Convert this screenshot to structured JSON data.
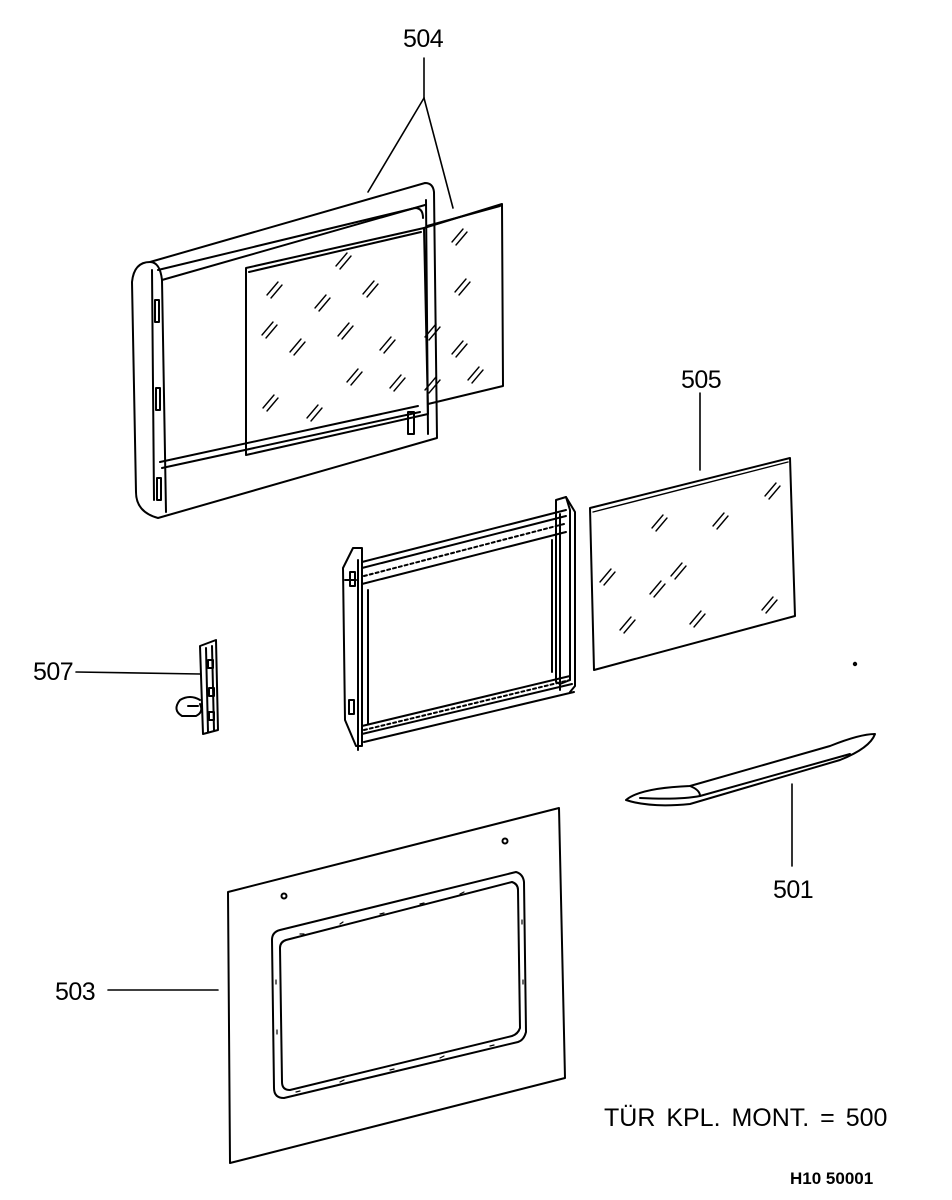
{
  "parts": {
    "p504": {
      "number": "504"
    },
    "p505": {
      "number": "505"
    },
    "p507": {
      "number": "507"
    },
    "p501": {
      "number": "501"
    },
    "p503": {
      "number": "503"
    }
  },
  "note": "TÜR KPL. MONT. = 500",
  "drawing_code": "H10 50001",
  "colors": {
    "ink": "#000000",
    "paper": "#ffffff"
  }
}
